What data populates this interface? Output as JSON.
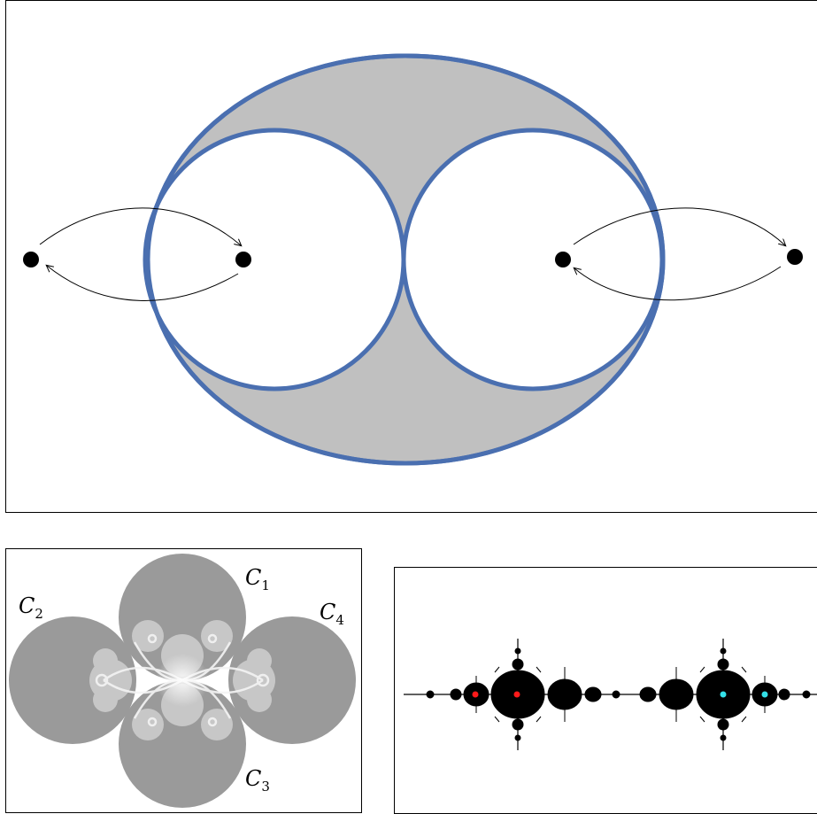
{
  "figure": {
    "top_panel": {
      "outer_ellipse_fill": "#c0c0c0",
      "circle_stroke": "#4a6fb0",
      "dot_color": "#000000"
    },
    "bottom_left_panel": {
      "labels": [
        {
          "letter": "C",
          "sub": "1"
        },
        {
          "letter": "C",
          "sub": "2"
        },
        {
          "letter": "C",
          "sub": "3"
        },
        {
          "letter": "C",
          "sub": "4"
        }
      ],
      "disk_color": "#9a9a9a"
    },
    "bottom_right_panel": {
      "set_color": "#000000",
      "marker_colors": [
        "#ff1a1a",
        "#ff1a1a",
        "#33e0e8",
        "#33e0e8"
      ]
    }
  }
}
